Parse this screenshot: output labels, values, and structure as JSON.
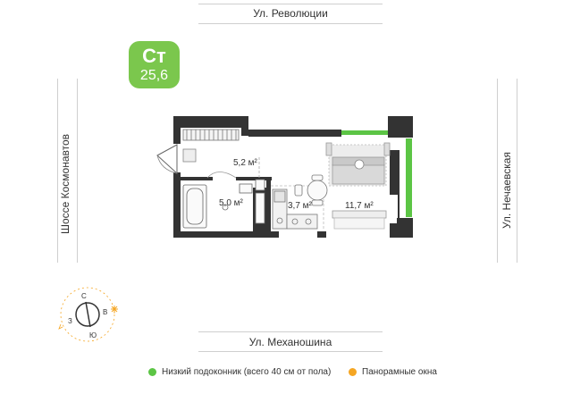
{
  "streets": {
    "top": "Ул. Революции",
    "bottom": "Ул. Механошина",
    "left": "Шоссе Космонавтов",
    "right": "Ул. Нечаевская"
  },
  "apartment": {
    "type": "Ст",
    "area": "25,6"
  },
  "rooms": {
    "hall": "5,2 м²",
    "bathroom": "5,0 м²",
    "kitchen": "3,7 м²",
    "living": "11,7 м²"
  },
  "compass": {
    "north": "С",
    "east": "В",
    "south": "Ю",
    "west": "З"
  },
  "legend": {
    "low_sill": "Низкий подоконник (всего 40 см от пола)",
    "panoramic": "Панорамные окна"
  },
  "colors": {
    "badge": "#7bc74d",
    "low_sill": "#5cc545",
    "panoramic": "#f5a623",
    "wall": "#333333"
  }
}
